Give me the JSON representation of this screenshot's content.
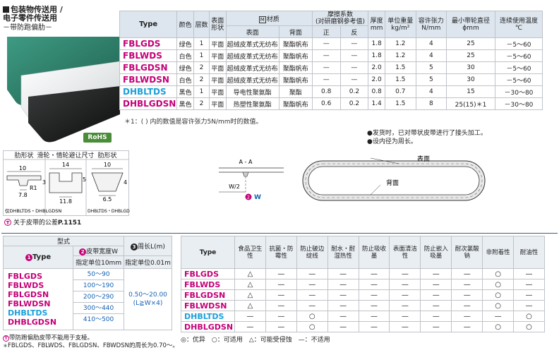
{
  "header": {
    "line1": "包装物传送用 /",
    "line2": "电子零件传送用",
    "line3": "－带防跑偏肋－",
    "rohs": "RoHS"
  },
  "spec_table": {
    "h_type": "Type",
    "h_color": "颜色",
    "h_layers": "层数",
    "h_surface_shape": "表面形状",
    "h_material": "材质",
    "h_material_prefix": "M",
    "h_mat_surface": "表面",
    "h_mat_back": "背面",
    "h_friction": "摩擦系数",
    "h_friction_sub": "(对研磨钢参考值)",
    "h_fr_front": "正",
    "h_fr_back": "反",
    "h_thickness": "厚度",
    "h_thickness_unit": "mm",
    "h_weight": "单位重量",
    "h_weight_unit": "kg/m²",
    "h_tension": "容许张力",
    "h_tension_unit": "N/mm",
    "h_pulley": "最小带轮直径",
    "h_pulley_unit": "ϕmm",
    "h_temp": "连续使用温度",
    "h_temp_unit": "℃",
    "rows": [
      {
        "type": "FBLGDS",
        "color": "绿色",
        "layers": "1",
        "shape": "平面",
        "surf": "超绒皮革式无纺布",
        "back": "聚酯帆布",
        "fr1": "—",
        "fr2": "—",
        "t": "1.8",
        "w": "1.2",
        "ten": "4",
        "pul": "25",
        "temp": "－5～60",
        "cls": "mag"
      },
      {
        "type": "FBLWDS",
        "color": "白色",
        "layers": "1",
        "shape": "平面",
        "surf": "超绒皮革式无纺布",
        "back": "聚酯帆布",
        "fr1": "—",
        "fr2": "—",
        "t": "1.8",
        "w": "1.2",
        "ten": "4",
        "pul": "25",
        "temp": "－5～60",
        "cls": "mag"
      },
      {
        "type": "FBLGDSN",
        "color": "绿色",
        "layers": "2",
        "shape": "平面",
        "surf": "超绒皮革式无纺布",
        "back": "聚酯帆布",
        "fr1": "—",
        "fr2": "—",
        "t": "2.0",
        "w": "1.5",
        "ten": "5",
        "pul": "30",
        "temp": "－5～60",
        "cls": "mag"
      },
      {
        "type": "FBLWDSN",
        "color": "白色",
        "layers": "2",
        "shape": "平面",
        "surf": "超绒皮革式无纺布",
        "back": "聚酯帆布",
        "fr1": "—",
        "fr2": "—",
        "t": "2.0",
        "w": "1.5",
        "ten": "5",
        "pul": "30",
        "temp": "－5～60",
        "cls": "mag"
      },
      {
        "type": "DHBLTDS",
        "color": "黑色",
        "layers": "1",
        "shape": "平面",
        "surf": "导电性聚氨酯",
        "back": "聚酯",
        "fr1": "0.8",
        "fr2": "0.2",
        "t": "0.8",
        "w": "0.7",
        "ten": "4",
        "pul": "15",
        "temp": "－30～80",
        "cls": "cyan"
      },
      {
        "type": "DHBLGDSN",
        "color": "黑色",
        "layers": "2",
        "shape": "平面",
        "surf": "热塑性聚氨酯",
        "back": "聚酯帆布",
        "fr1": "0.6",
        "fr2": "0.2",
        "t": "1.4",
        "w": "1.5",
        "ten": "8",
        "pul": "25(15)＊1",
        "temp": "－30～80",
        "cls": "mag"
      }
    ],
    "note": "＊1：( ) 内的数值是容许张力5N/mm时的数值。"
  },
  "bullets": [
    "●发货时，已对带状皮带进行了接头加工。",
    "●设内径为周长。"
  ],
  "cross_section": {
    "h1": "肋形状",
    "h2": "滑轮・情轮避让尺寸",
    "h3": "肋形状",
    "d_10a": "10",
    "d_3": "3",
    "d_r1": "R1",
    "d_78": "7.8",
    "d_14": "14",
    "d_5": "5",
    "d_118": "11.8",
    "d_10b": "10",
    "d_4": "4",
    "d_65": "6.5",
    "cap1": "仅DHBLTDS・DHBLGDSN",
    "cap3": "DHBLTDS・DHBLGDSN以外"
  },
  "belt_diagram": {
    "aa": "A - A",
    "a1": "A",
    "a2": "A",
    "w2": "W/2",
    "w": "W",
    "surface": "表面",
    "back": "背面"
  },
  "tol_note": "关于皮带的公差",
  "tol_ref": "P.1151",
  "type_table": {
    "h_model": "型式",
    "h_type": "Type",
    "h_width": "皮带宽度W",
    "h_width_unit": "指定单位10mm",
    "h_len": "周长L(m)",
    "h_len_unit": "指定单位0.01m",
    "n1": "1",
    "n2": "2",
    "n3": "3",
    "rows": [
      {
        "type": "FBLGDS",
        "cls": "mag"
      },
      {
        "type": "FBLWDS",
        "cls": "mag"
      },
      {
        "type": "FBLGDSN",
        "cls": "mag"
      },
      {
        "type": "FBLWDSN",
        "cls": "mag"
      },
      {
        "type": "DHBLTDS",
        "cls": "cyan"
      },
      {
        "type": "DHBLGDSN",
        "cls": "mag"
      }
    ],
    "widths": [
      "50～90",
      "100～190",
      "200～290",
      "300～440",
      "410～500"
    ],
    "len_range": "0.50～20.00",
    "len_cond": "(L≧W×4)"
  },
  "bottom_notes": [
    "带防跑偏肋皮带不能用于支棱。",
    "FBLGDS、FBLWDS、FBLGDSN、FBWDSN的周长为0.70～。"
  ],
  "prop_table": {
    "h_type": "Type",
    "headers": [
      "食品卫生性",
      "抗菌・防霉性",
      "防止破边绽线",
      "耐水・耐湿热性",
      "防止吸收墨",
      "表面清洁性",
      "防止嵌入吸墨",
      "耐次氯酸钠",
      "非附着性",
      "耐油性"
    ],
    "rows": [
      {
        "type": "FBLGDS",
        "cls": "mag",
        "v": [
          "△",
          "—",
          "—",
          "—",
          "—",
          "—",
          "—",
          "—",
          "○",
          "—"
        ]
      },
      {
        "type": "FBLWDS",
        "cls": "mag",
        "v": [
          "△",
          "—",
          "—",
          "—",
          "—",
          "—",
          "—",
          "—",
          "○",
          "—"
        ]
      },
      {
        "type": "FBLGDSN",
        "cls": "mag",
        "v": [
          "△",
          "—",
          "—",
          "—",
          "—",
          "—",
          "—",
          "—",
          "○",
          "—"
        ]
      },
      {
        "type": "FBLWDSN",
        "cls": "mag",
        "v": [
          "△",
          "—",
          "—",
          "—",
          "—",
          "—",
          "—",
          "—",
          "○",
          "—"
        ]
      },
      {
        "type": "DHBLTDS",
        "cls": "cyan",
        "v": [
          "—",
          "—",
          "○",
          "—",
          "—",
          "—",
          "—",
          "—",
          "—",
          "○"
        ]
      },
      {
        "type": "DHBLGDSN",
        "cls": "mag",
        "v": [
          "—",
          "—",
          "○",
          "—",
          "—",
          "—",
          "—",
          "—",
          "○",
          "○"
        ]
      }
    ],
    "legend": "◎：优异　○：可适用　△：可能受侵蚀　—：不适用"
  }
}
